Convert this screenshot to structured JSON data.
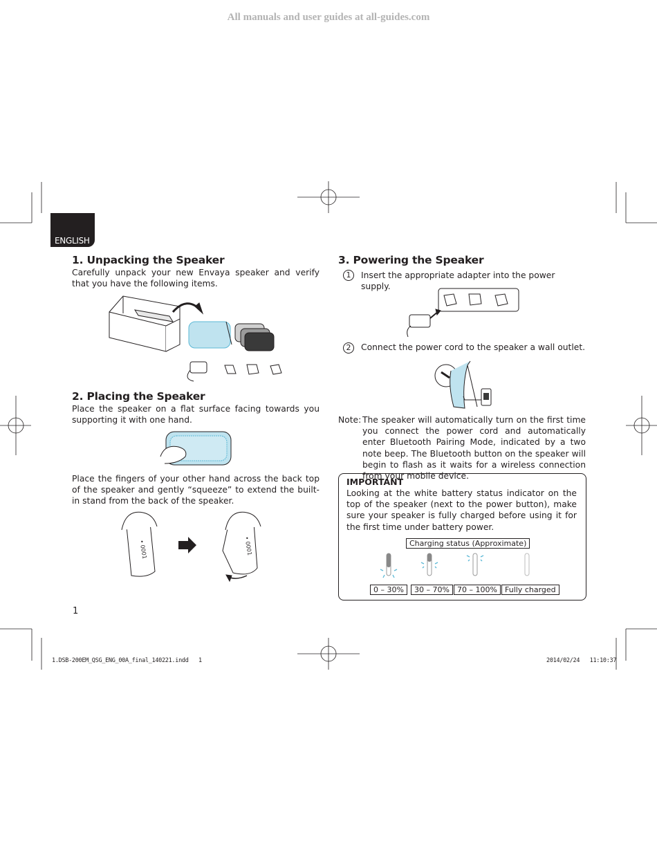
{
  "watermark": "All manuals and user guides at all-guides.com",
  "language_tab": "ENGLISH",
  "section1": {
    "title": "1. Unpacking the Speaker",
    "body": "Carefully unpack your new Envaya speaker and verify that you have the following items."
  },
  "section2": {
    "title": "2. Placing the Speaker",
    "body1": "Place the speaker on a flat surface facing towards you supporting it with one hand.",
    "body2": "Place the fingers of your other hand across the back top of the speaker and gently “squeeze” to extend the built-in stand from the back of the speaker."
  },
  "section3": {
    "title": "3. Powering the Speaker",
    "steps": [
      {
        "num": "1",
        "text": "Insert the appropriate adapter into the power supply."
      },
      {
        "num": "2",
        "text": "Connect the power cord to the speaker a wall outlet."
      }
    ],
    "note_label": "Note:",
    "note_text": "The speaker will automatically turn on the first time you connect the power cord and automatically enter Bluetooth Pairing Mode, indicated by a two note beep. The Bluetooth button on the speaker will begin to flash as it waits for a wireless connection from your mobile device."
  },
  "important": {
    "title": "IMPORTANT",
    "body": "Looking at the white battery status indicator on the top of the speaker (next to the power button), make sure your speaker is fully charged before using it for the first time under battery power.",
    "charging_title": "Charging status (Approximate)",
    "levels": [
      {
        "label": "0 – 30%",
        "fill": 0.3
      },
      {
        "label": "30 – 70%",
        "fill": 0.6
      },
      {
        "label": "70 – 100%",
        "fill": 0.0
      },
      {
        "label": "Fully charged",
        "fill": 0.0
      }
    ]
  },
  "page_number": "1",
  "footer": {
    "file": "1.DSB-200EM_QSG_ENG_00A_final_140221.indd   1",
    "timestamp": "2014/02/24   11:10:37"
  },
  "colors": {
    "accent_blue": "#5bb8d6",
    "light_blue": "#bfe3ef",
    "dark": "#231f20"
  }
}
